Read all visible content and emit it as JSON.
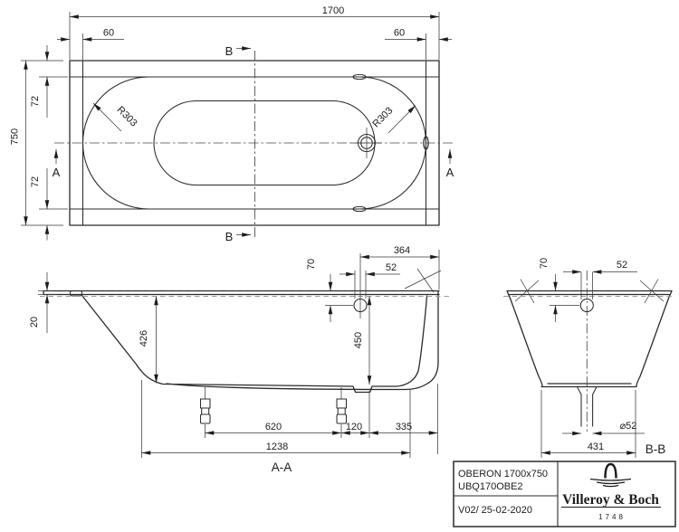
{
  "top_view": {
    "dim_length": "1700",
    "dim_width": "750",
    "dim_end_left": "60",
    "dim_end_right": "60",
    "dim_side_top": "72",
    "dim_side_bottom": "72",
    "radius_left": "R303",
    "radius_right": "R303",
    "section_a_left": "A",
    "section_a_right": "A",
    "section_b_top": "B",
    "section_b_bottom": "B"
  },
  "section_aa": {
    "label": "A-A",
    "dim_rim_height": "20",
    "dim_depth_rear": "426",
    "dim_drain_from_end": "364",
    "dim_drain_below_rim": "70",
    "dim_drain_hole": "52",
    "dim_depth_front": "450",
    "dim_feet_spacing": "620",
    "dim_foot_to_drain": "120",
    "dim_drain_to_end": "335",
    "dim_feet_overall": "1238"
  },
  "section_bb": {
    "label": "B-B",
    "dim_drain_below_rim": "70",
    "dim_drain_hole": "52",
    "dim_pipe_diameter": "⌀52",
    "dim_base_width": "431"
  },
  "title_block": {
    "model": "OBERON 1700x750",
    "article": "UBQ170OBE2",
    "revision": "V02/ 25-02-2020",
    "brand": "Villeroy & Boch",
    "established": "1748"
  }
}
